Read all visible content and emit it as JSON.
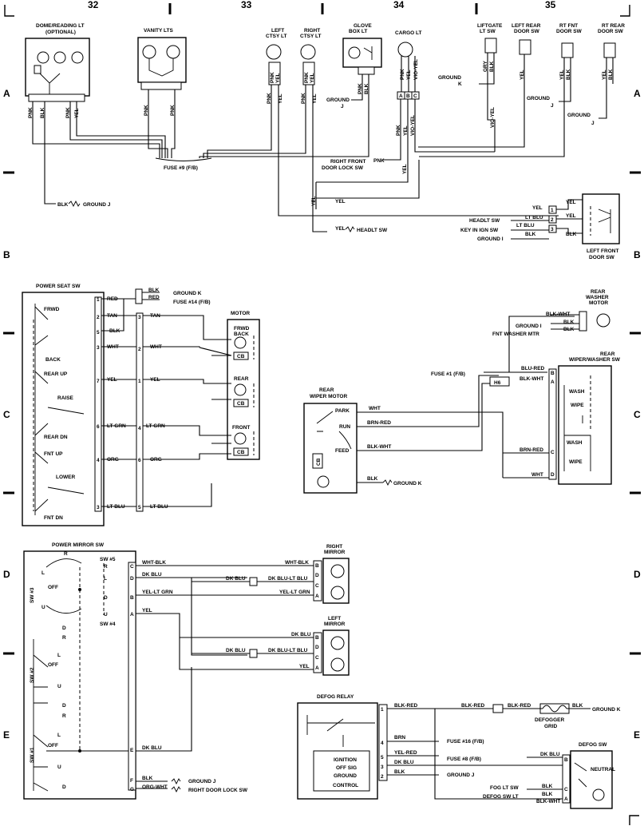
{
  "grid": {
    "columns": [
      "32",
      "33",
      "34",
      "35"
    ],
    "rows_left": [
      "A",
      "B",
      "C",
      "D",
      "E"
    ],
    "rows_right": [
      "A",
      "B",
      "C",
      "D",
      "E"
    ]
  },
  "top": {
    "components": {
      "dome": "DOME/READING LT",
      "dome_sub": "(OPTIONAL)",
      "vanity": "VANITY LTS",
      "left_ctsy_1": "LEFT",
      "left_ctsy_2": "CTSY LT",
      "right_ctsy_1": "RIGHT",
      "right_ctsy_2": "CTSY LT",
      "glove_1": "GLOVE",
      "glove_2": "BOX LT",
      "cargo": "CARGO LT",
      "liftgate_1": "LIFTGATE",
      "liftgate_2": "LT SW",
      "left_rear_1": "LEFT REAR",
      "left_rear_2": "DOOR SW",
      "rt_fnt_1": "RT FNT",
      "rt_fnt_2": "DOOR SW",
      "rt_rear_1": "RT REAR",
      "rt_rear_2": "DOOR SW",
      "fuse9": "FUSE #9 (F/B)",
      "rfdls_1": "RIGHT FRONT",
      "rfdls_2": "DOOR LOCK SW",
      "headlt_sw": "HEADLT SW",
      "left_front_door_1": "LEFT FRONT",
      "left_front_door_2": "DOOR SW"
    },
    "wires": {
      "pnk": "PNK",
      "blk": "BLK",
      "yel": "YEL",
      "gry": "GRY",
      "vio_yel": "VIO-YEL",
      "lt_blu": "LT BLU"
    },
    "grounds": {
      "j": "GROUND J",
      "k": "GROUND K",
      "gnd": "GROUND",
      "i": "GROUND I"
    },
    "pins": [
      "A",
      "B",
      "C"
    ],
    "lfd_pins": [
      "1",
      "2",
      "3"
    ],
    "lfd_labels": [
      "HEADLT SW",
      "KEY IN IGN SW",
      "GROUND I"
    ],
    "small_letters": {
      "j": "J",
      "k": "K",
      "i": "I"
    }
  },
  "seat": {
    "title": "POWER SEAT SW",
    "motor": "MOTOR",
    "fuse14": "FUSE #14 (F/B)",
    "ground_k": "GROUND K",
    "labels": {
      "frwd": "FRWD",
      "back": "BACK",
      "rear_up": "REAR UP",
      "raise": "RAISE",
      "rear_dn": "REAR DN",
      "fnt_up": "FNT UP",
      "lower": "LOWER",
      "fnt_dn": "FNT DN"
    },
    "motor_labels": {
      "frwd_back_1": "FRWD",
      "frwd_back_2": "BACK",
      "rear": "REAR",
      "front": "FRONT",
      "cb": "CB"
    },
    "wires": {
      "red": "RED",
      "blk": "BLK",
      "tan": "TAN",
      "wht": "WHT",
      "yel": "YEL",
      "lt_grn": "LT GRN",
      "org": "ORG",
      "lt_blu": "LT BLU"
    },
    "left_pins": [
      "1",
      "2",
      "5",
      "3",
      "7",
      "6",
      "4",
      "3"
    ],
    "mid_pins": [
      "3",
      "2",
      "1",
      "4",
      "6",
      "5"
    ]
  },
  "wiper": {
    "rear_wiper_motor_1": "REAR",
    "rear_wiper_motor_2": "WIPER MOTOR",
    "park": "PARK",
    "run": "RUN",
    "feed": "FEED",
    "cb": "CB",
    "washer_1": "REAR",
    "washer_2": "WASHER",
    "washer_3": "MOTOR",
    "sw_1": "REAR",
    "sw_2": "WIPER/WASHER SW",
    "fuse1": "FUSE #1 (F/B)",
    "h6": "H6",
    "wash": "WASH",
    "wipe": "WIPE",
    "ground_i": "GROUND I",
    "ground_k": "GROUND K",
    "fnt_washer": "FNT WASHER MTR",
    "wires": {
      "wht": "WHT",
      "brn_red": "BRN-RED",
      "blk_wht": "BLK-WHT",
      "blk": "BLK",
      "blu_red": "BLU-RED"
    },
    "sw_pins": [
      "B",
      "A",
      "C",
      "D"
    ]
  },
  "mirror": {
    "title": "POWER MIRROR SW",
    "right_mirror_1": "RIGHT",
    "right_mirror_2": "MIRROR",
    "left_mirror_1": "LEFT",
    "left_mirror_2": "MIRROR",
    "sw5": "SW #5",
    "sw4": "SW #4",
    "sw3": "SW #3",
    "sw2": "SW #2",
    "sw1": "SW #1",
    "letters": {
      "r": "R",
      "l": "L",
      "off": "OFF",
      "u": "U",
      "d": "D"
    },
    "wires": {
      "wht_blk": "WHT-BLK",
      "dk_blu": "DK BLU",
      "dk_blu_lt_blu": "DK BLU-LT BLU",
      "yel_lt_grn": "YEL-LT GRN",
      "yel": "YEL",
      "blk": "BLK",
      "org_wht": "ORG-WHT"
    },
    "sw_pins": [
      "C",
      "D",
      "B",
      "A",
      "E",
      "F",
      "G"
    ],
    "mirror_pins": [
      "B",
      "D",
      "C",
      "A"
    ],
    "ground_j": "GROUND J",
    "right_door_lock": "RIGHT DOOR LOCK SW"
  },
  "defog": {
    "relay": "DEFOG RELAY",
    "ignition": "IGNITION",
    "off_sig": "OFF SIG",
    "ground": "GROUND",
    "control": "CONTROL",
    "fuse16": "FUSE #16 (F/B)",
    "fuse8": "FUSE #8 (F/B)",
    "ground_j": "GROUND J",
    "ground_k": "GROUND K",
    "grid_1": "DEFOGGER",
    "grid_2": "GRID",
    "sw": "DEFOG SW",
    "neutral": "NEUTRAL",
    "fog_lt_sw": "FOG LT SW",
    "defog_sw_lt": "DEFOG SW LT",
    "wires": {
      "blk_red": "BLK-RED",
      "brn": "BRN",
      "yel_red": "YEL-RED",
      "dk_blu": "DK BLU",
      "blk": "BLK",
      "blk_wht": "BLK-WHT"
    },
    "relay_pins": [
      "1",
      "4",
      "5",
      "3",
      "2"
    ],
    "sw_pins": [
      "B",
      "C",
      "A"
    ]
  }
}
